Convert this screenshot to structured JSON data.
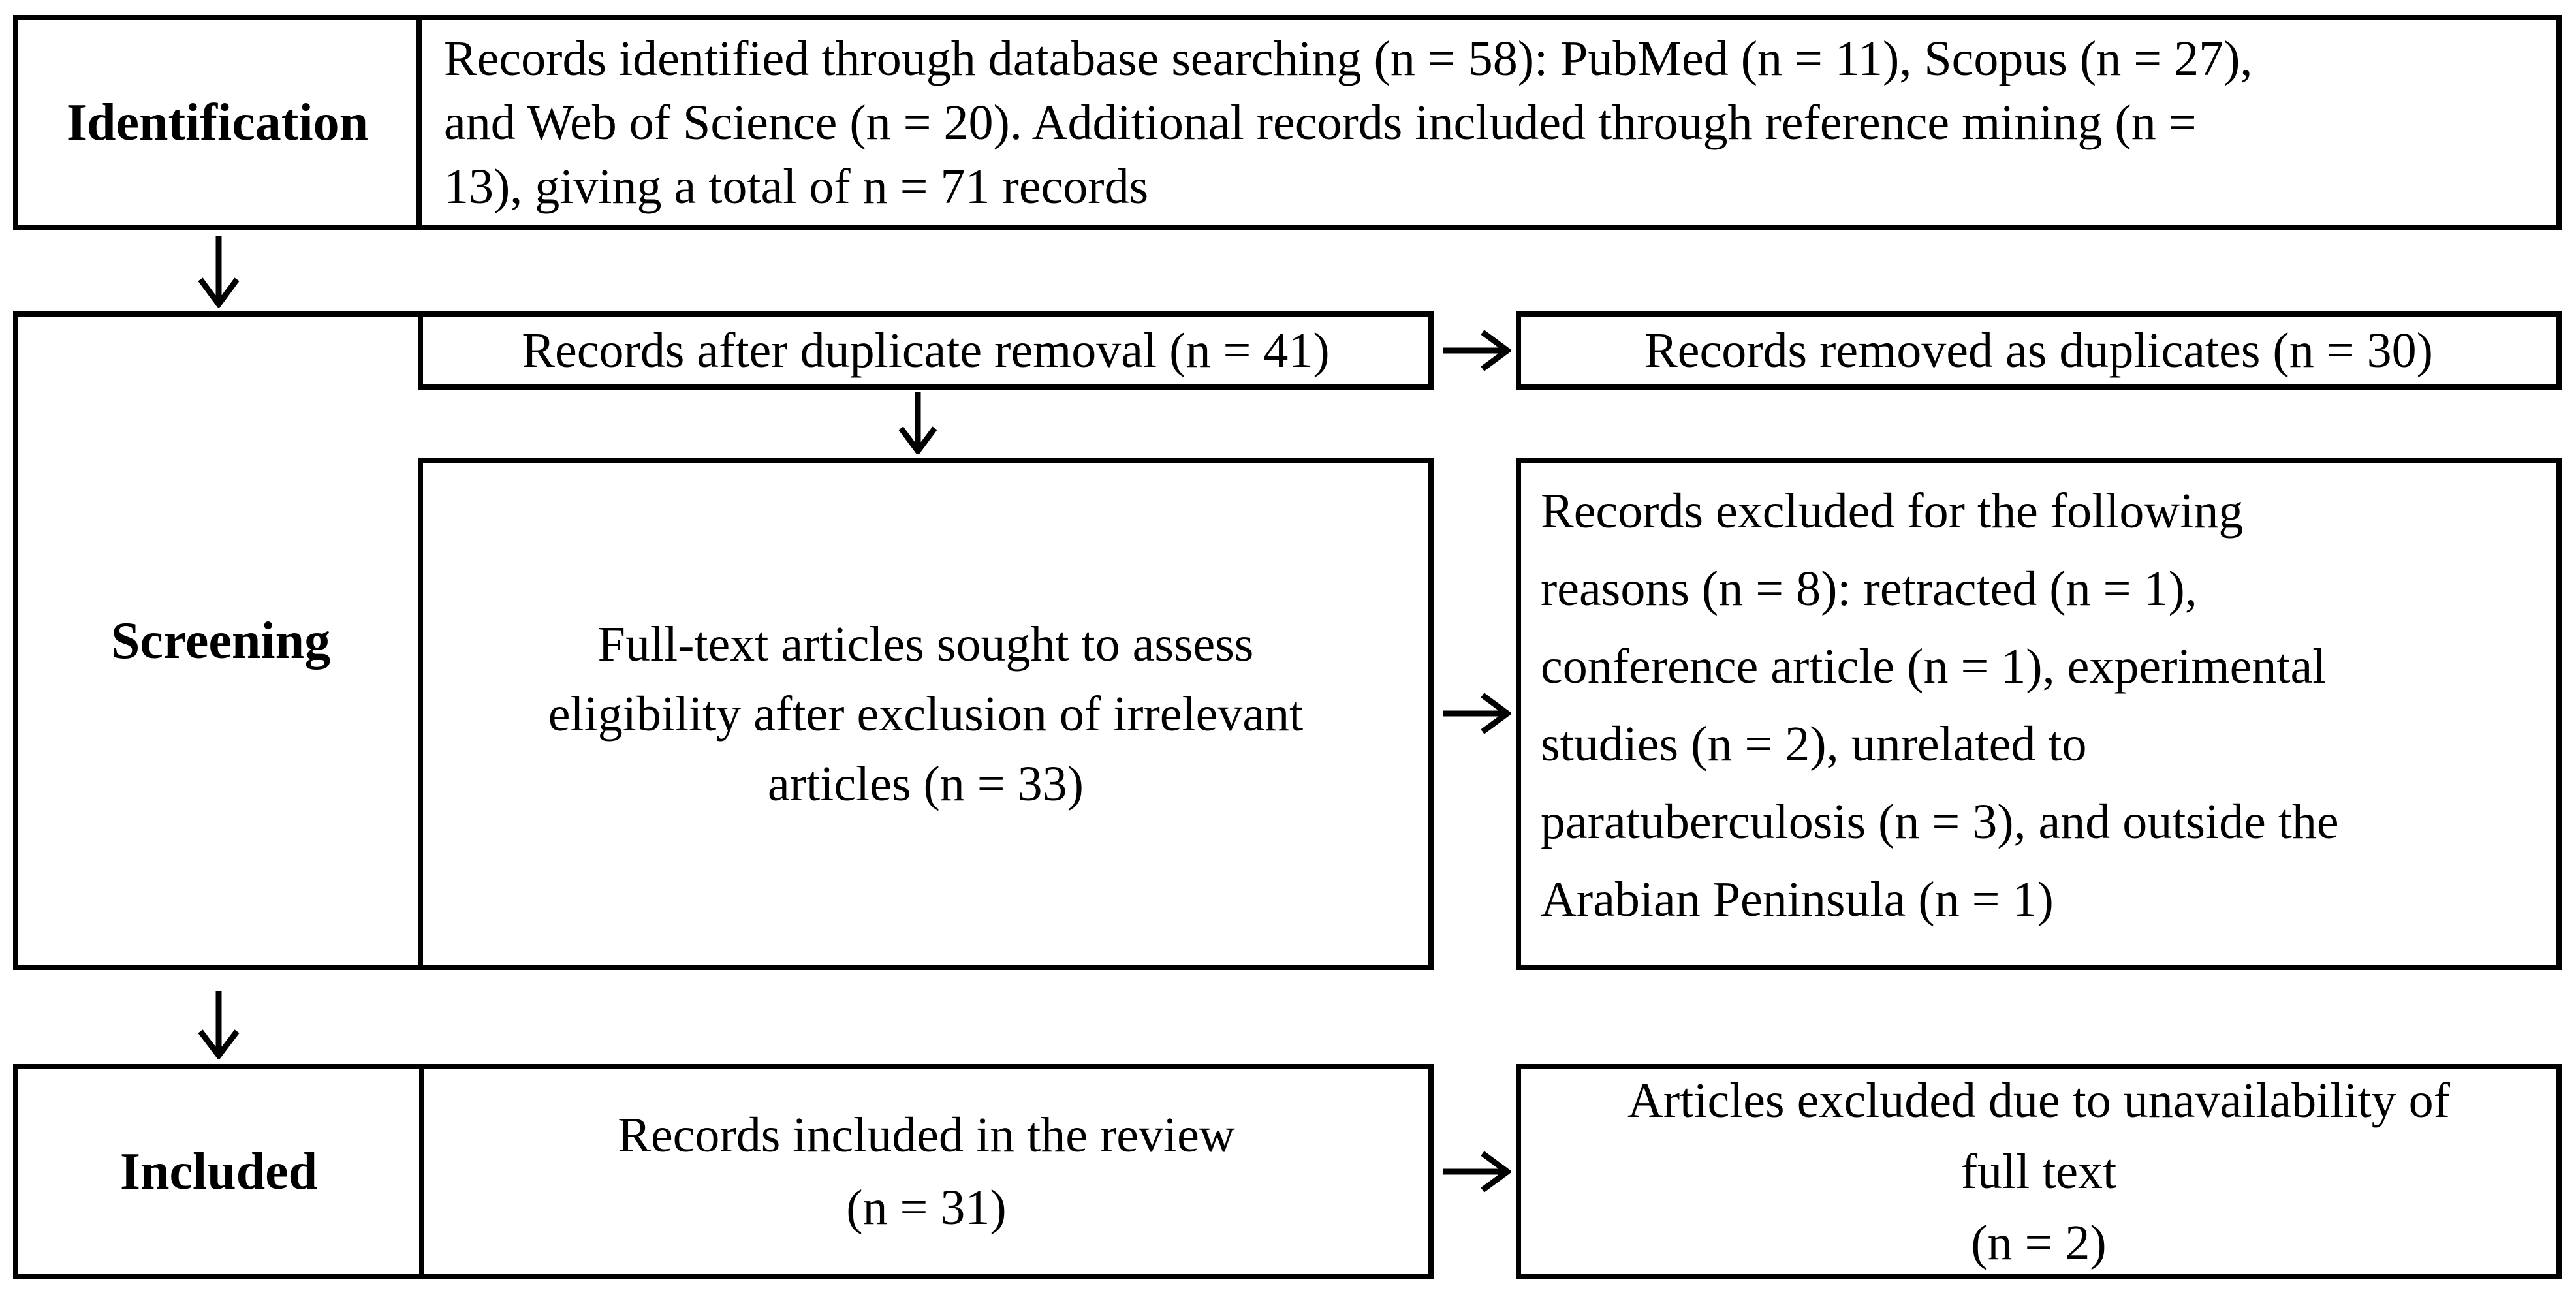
{
  "figure": {
    "kind": "PRISMA flow diagram",
    "colors": {
      "background": "#ffffff",
      "border": "#000000",
      "text": "#000000"
    }
  },
  "identification": {
    "label": "Identification",
    "lines": [
      "Records identified through database searching (n = 58): PubMed (n = 11), Scopus (n = 27),",
      "and Web of Science (n = 20). Additional records included through reference mining (n =",
      "13), giving a total of n = 71 records"
    ]
  },
  "screening": {
    "label": "Screening",
    "duplicate_removal_box": "Records after duplicate removal (n = 41)",
    "duplicates_removed_box": "Records removed as duplicates (n = 30)",
    "fulltext_box_lines": [
      "Full-text articles sought to assess",
      "eligibility after exclusion of irrelevant",
      "articles (n = 33)"
    ],
    "excluded_box_lines": [
      "Records excluded for the following",
      "reasons (n = 8): retracted (n = 1),",
      "conference article (n = 1), experimental",
      "studies (n = 2), unrelated to",
      "paratuberculosis (n = 3), and outside the",
      "Arabian Peninsula (n = 1)"
    ]
  },
  "included": {
    "label": "Included",
    "included_box_lines": [
      "Records included in the review",
      "(n = 31)"
    ],
    "unavailability_box_lines": [
      "Articles excluded due to unavailability of",
      "full text",
      "(n = 2)"
    ]
  },
  "icons": {
    "down_arrow_glyph": "↓",
    "right_arrow_glyph": "→"
  }
}
